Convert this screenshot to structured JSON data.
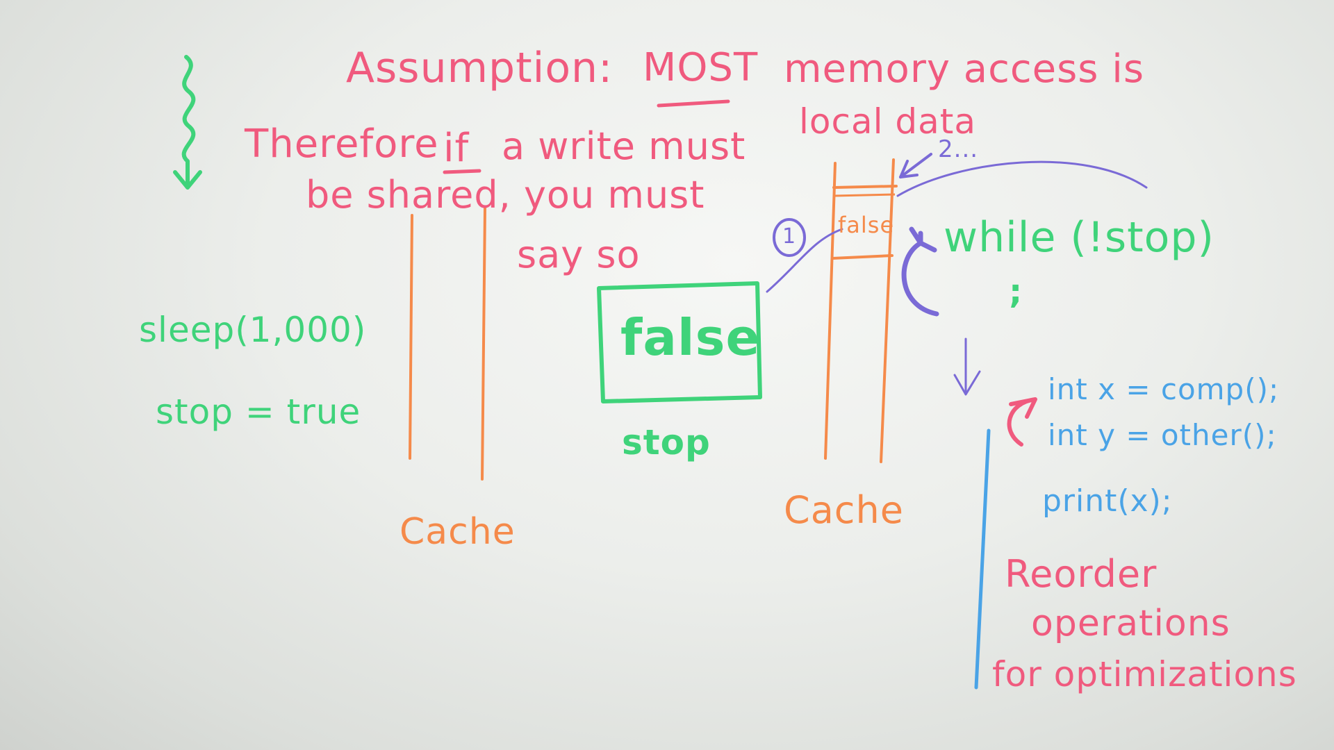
{
  "whiteboard": {
    "colors": {
      "pink": "#f05a7e",
      "green": "#3fd37a",
      "orange": "#f58a4a",
      "blue": "#4aa3e6",
      "purple": "#7a6ad6"
    },
    "heading": {
      "assumption": "Assumption:",
      "most": "MOST",
      "memory_access": "memory access is",
      "local_data": "local data"
    },
    "therefore": {
      "line1_a": "Therefore",
      "line1_if": "if",
      "line1_b": "a write must",
      "line2": "be shared, you must",
      "line3": "say so"
    },
    "left_thread": {
      "sleep": "sleep(1,000)",
      "stop_true": "stop = true"
    },
    "cache_labels": {
      "left": "Cache",
      "right": "Cache"
    },
    "memory": {
      "value": "false",
      "label": "stop"
    },
    "cached_value": "false",
    "markers": {
      "step1": "1",
      "step2": "2..."
    },
    "right_thread": {
      "while": "while (!stop)",
      "semicolon": ";"
    },
    "code": {
      "line1": "int x = comp();",
      "line2": "int y = other();",
      "line3": "print(x);"
    },
    "reorder": {
      "line1": "Reorder",
      "line2": "operations",
      "line3": "for optimizations"
    }
  }
}
